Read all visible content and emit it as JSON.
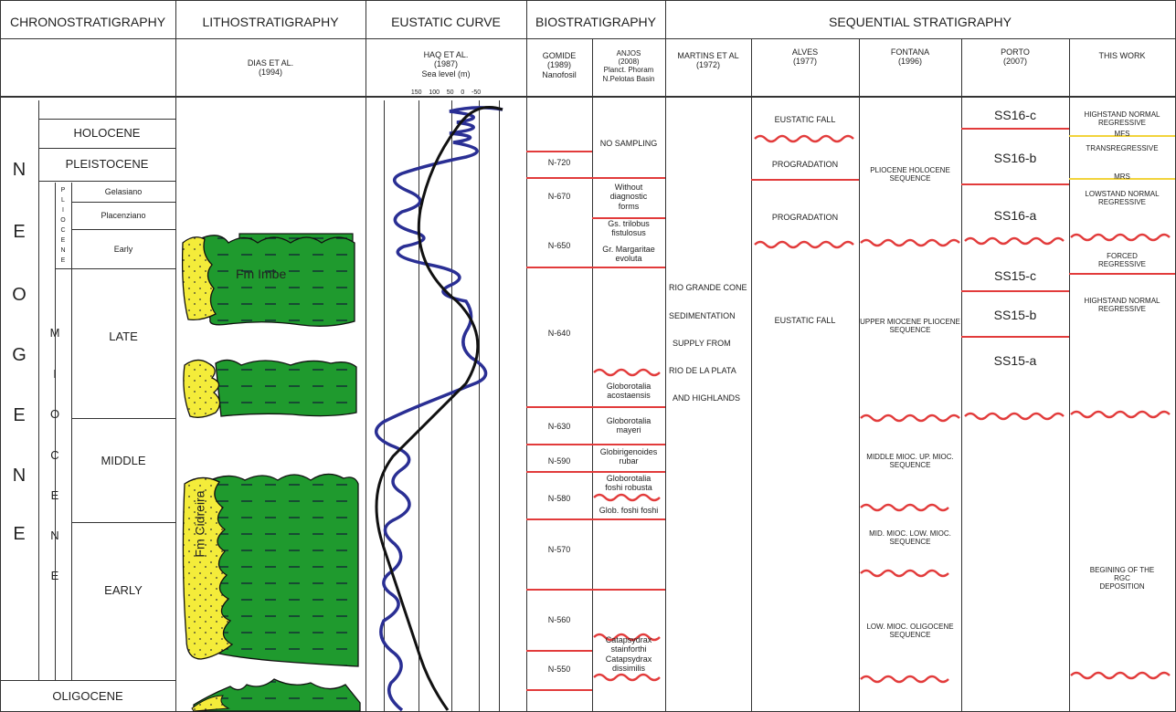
{
  "headers": {
    "chronostratigraphy": "CHRONOSTRATIGRAPHY",
    "lithostratigraphy": "LITHOSTRATIGRAPHY",
    "eustatic_curve": "EUSTATIC CURVE",
    "biostratigraphy": "BIOSTRATIGRAPHY",
    "sequential_stratigraphy": "SEQUENTIAL STRATIGRAPHY"
  },
  "subheaders": {
    "dias": "DIAS ET AL.\n(1994)",
    "haq": "HAQ ET AL.\n(1987)\nSea level (m)",
    "haq_scale": "150    100    50    0    -50",
    "gomide": "GOMIDE\n(1989)\nNanofosil",
    "anjos": "ANJOS\n(2008)\nPlanct. Phoram\nN.Pelotas Basin",
    "martins": "MARTINS ET AL\n(1972)",
    "alves": "ALVES\n(1977)",
    "fontana": "FONTANA\n(1996)",
    "porto": "PORTO\n(2007)",
    "this_work": "THIS WORK"
  },
  "chrono": {
    "holocene": "HOLOCENE",
    "pleistocene": "PLEISTOCENE",
    "gelasiano": "Gelasiano",
    "placenziano": "Placenziano",
    "early_pl": "Early",
    "late": "LATE",
    "middle": "MIDDLE",
    "early": "EARLY",
    "oligocene": "OLIGOCENE",
    "neogene_letters": [
      "N",
      "E",
      "O",
      "G",
      "E",
      "N",
      "E"
    ],
    "pliocene_letters": [
      "P",
      "L",
      "I",
      "O",
      "C",
      "E",
      "N",
      "E"
    ],
    "miocene_letters": [
      "M",
      "I",
      "O",
      "C",
      "E",
      "N",
      "E"
    ]
  },
  "litho": {
    "fm_imbe": "Fm Imbe",
    "fm_cidreira": "Fm Cidreira"
  },
  "gomide": [
    "N-720",
    "N-670",
    "N-650",
    "N-640",
    "N-630",
    "N-590",
    "N-580",
    "N-570",
    "N-560",
    "N-550"
  ],
  "anjos": {
    "no_sampling": "NO SAMPLING",
    "without": "Without\ndiagnostic\nforms",
    "trilobus": "Gs. trilobus\nfistulosus",
    "margaritae": "Gr. Margaritae\nevoluta",
    "acostaensis": "Globorotalia\nacostaensis",
    "mayeri": "Globorotalia\nmayeri",
    "rubar": "Globirigenoides\nrubar",
    "robusta": "Globorotalia\nfoshi robusta",
    "foshi": "Glob. foshi foshi",
    "stainforthi": "Catapsydrax\nstainforthi",
    "dissimilis": "Catapsydrax\ndissimilis"
  },
  "martins": [
    "RIO GRANDE CONE",
    "SEDIMENTATION",
    "SUPPLY FROM",
    "RIO DE LA PLATA",
    "AND HIGHLANDS"
  ],
  "alves": {
    "fall1": "EUSTATIC FALL",
    "prog1": "PROGRADATION",
    "prog2": "PROGRADATION",
    "fall2": "EUSTATIC FALL"
  },
  "fontana": {
    "plio": "PLIOCENE HOLOCENE\nSEQUENCE",
    "upper": "UPPER MIOCENE PLIOCENE\nSEQUENCE",
    "middle": "MIDDLE MIOC. UP. MIOC.\nSEQUENCE",
    "mid": "MID. MIOC. LOW. MIOC.\nSEQUENCE",
    "low": "LOW. MIOC. OLIGOCENE\nSEQUENCE"
  },
  "porto": [
    "SS16-c",
    "SS16-b",
    "SS16-a",
    "SS15-c",
    "SS15-b",
    "SS15-a"
  ],
  "this_work": {
    "hnr1": "HIGHSTAND NORMAL\nREGRESSIVE",
    "mfs": "MFS",
    "trans": "TRANSREGRESSIVE",
    "mrs": "MRS",
    "lnr": "LOWSTAND NORMAL\nREGRESSIVE",
    "forced": "FORCED\nREGRESSIVE",
    "hnr2": "HIGHSTAND NORMAL\nREGRESSIVE",
    "begin": "BEGINING OF THE\nRGC\nDEPOSITION"
  },
  "colors": {
    "red": "#e23b3b",
    "yellow": "#f2d33b",
    "green": "#1f9a2e",
    "sand": "#f4ec3a",
    "blue": "#2a2f94"
  }
}
